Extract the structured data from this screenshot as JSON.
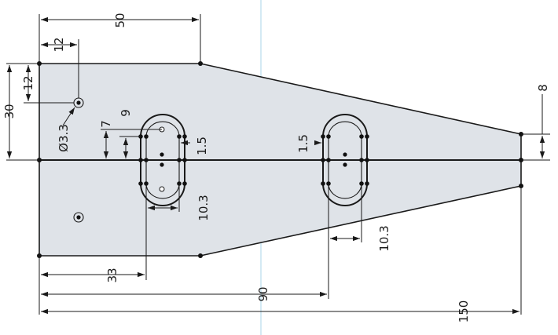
{
  "dimensions": {
    "overall_length": "150",
    "hole_position": "90",
    "top_width": "50",
    "hole_x_offset": "12",
    "hole_y_offset": "12",
    "half_height": "30",
    "hole_diameter": "Ø3.3",
    "slot_outer_offset": "9",
    "slot_inner_offset": "7",
    "left_slot_width": "1.5",
    "right_slot_width": "1.5",
    "left_slot_length": "10.3",
    "right_slot_length": "10.3",
    "left_slot_position": "33",
    "tip_half_height": "8"
  },
  "colors": {
    "part_fill": "#dfe3e8",
    "line": "#1a1a1a",
    "axis": "#a8d6ea"
  }
}
